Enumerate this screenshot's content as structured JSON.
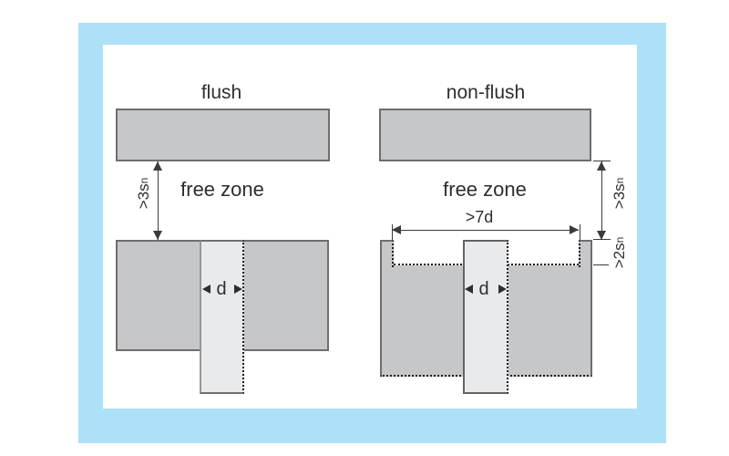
{
  "frame": {
    "border_color": "#ade1f8",
    "background": "#ffffff"
  },
  "colors": {
    "block_fill": "#c6c7c9",
    "block_border": "#6e6e70",
    "sensor_fill": "#e9eaeb",
    "dimension_line": "#3b3b3d",
    "text": "#2e2e30",
    "dotted_line": "#1a1a1a"
  },
  "left_diagram": {
    "title": "flush",
    "free_zone_label": "free zone",
    "gap_dim": {
      "text": ">3s",
      "sub": "n"
    },
    "diameter_label": "d"
  },
  "right_diagram": {
    "title": "non-flush",
    "free_zone_label": "free zone",
    "gap_dim": {
      "text": ">3s",
      "sub": "n"
    },
    "recess_dim": {
      "text": ">2s",
      "sub": "n"
    },
    "width_dim": ">7d",
    "diameter_label": "d"
  }
}
